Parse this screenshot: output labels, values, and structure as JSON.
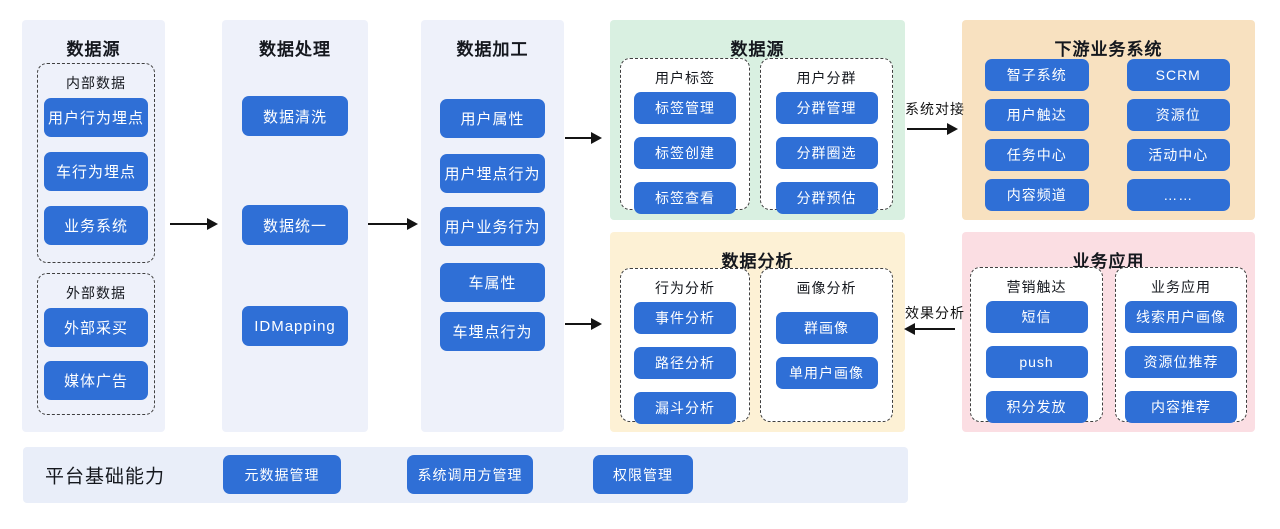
{
  "colors": {
    "node_blue": "#2f6fd6",
    "column_bg": "#eef1fa",
    "service_panel_bg": "#d9f0e1",
    "downstream_panel_bg": "#f8e1c0",
    "analysis_panel_bg": "#fdf1d5",
    "business_panel_bg": "#fbdee3",
    "footer_bg": "#e9eef9",
    "arrow_color": "#141414"
  },
  "col_source": {
    "title": "数据源",
    "internal": {
      "label": "内部数据",
      "items": [
        "用户行为埋点",
        "车行为埋点",
        "业务系统"
      ]
    },
    "external": {
      "label": "外部数据",
      "items": [
        "外部采买",
        "媒体广告"
      ]
    }
  },
  "col_process": {
    "title": "数据处理",
    "items": [
      "数据清洗",
      "数据统一",
      "IDMapping"
    ]
  },
  "col_refine": {
    "title": "数据加工",
    "items": [
      "用户属性",
      "用户埋点行为",
      "用户业务行为",
      "车属性",
      "车埋点行为"
    ]
  },
  "panel_service": {
    "title": "数据源",
    "tag_group": {
      "label": "用户标签",
      "items": [
        "标签管理",
        "标签创建",
        "标签查看"
      ]
    },
    "segment_group": {
      "label": "用户分群",
      "items": [
        "分群管理",
        "分群圈选",
        "分群预估"
      ]
    }
  },
  "panel_downstream": {
    "title": "下游业务系统",
    "items": [
      "智子系统",
      "SCRM",
      "用户触达",
      "资源位",
      "任务中心",
      "活动中心",
      "内容频道",
      "……"
    ]
  },
  "panel_analysis": {
    "title": "数据分析",
    "behavior_group": {
      "label": "行为分析",
      "items": [
        "事件分析",
        "路径分析",
        "漏斗分析"
      ]
    },
    "profile_group": {
      "label": "画像分析",
      "items": [
        "群画像",
        "单用户画像"
      ]
    }
  },
  "panel_business": {
    "title": "业务应用",
    "marketing_group": {
      "label": "营销触达",
      "items": [
        "短信",
        "push",
        "积分发放"
      ]
    },
    "application_group": {
      "label": "业务应用",
      "items": [
        "线索用户画像",
        "资源位推荐",
        "内容推荐"
      ]
    }
  },
  "arrows": {
    "system_link_label": "系统对接",
    "effect_analysis_label": "效果分析"
  },
  "footer": {
    "title": "平台基础能力",
    "items": [
      "元数据管理",
      "系统调用方管理",
      "权限管理"
    ]
  }
}
